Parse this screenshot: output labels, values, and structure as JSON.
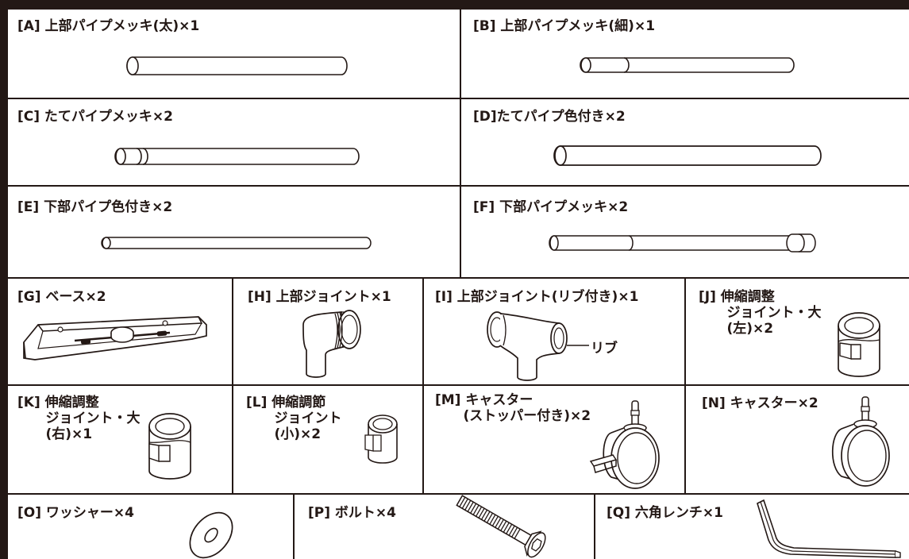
{
  "parts": {
    "A": {
      "label": "[A] 上部パイプメッキ(太)×1"
    },
    "B": {
      "label": "[B] 上部パイプメッキ(細)×1"
    },
    "C": {
      "label": "[C] たてパイプメッキ×2"
    },
    "D": {
      "label": "[D]たてパイプ色付き×2"
    },
    "E": {
      "label": "[E] 下部パイプ色付き×2"
    },
    "F": {
      "label": "[F] 下部パイプメッキ×2"
    },
    "G": {
      "label": "[G] ベース×2"
    },
    "H": {
      "label": "[H] 上部ジョイント×1"
    },
    "I": {
      "label": "[I] 上部ジョイント(リブ付き)×1",
      "callout": "リブ"
    },
    "J": {
      "label": "[J] 伸縮調整\n      ジョイント・大\n      (左)×2"
    },
    "K": {
      "label": "[K] 伸縮調整\n      ジョイント・大\n      (右)×1"
    },
    "L": {
      "label": "[L] 伸縮調節\n      ジョイント\n      (小)×2"
    },
    "M": {
      "label": "[M] キャスター\n      (ストッパー付き)×2"
    },
    "N": {
      "label": "[N] キャスター×2"
    },
    "O": {
      "label": "[O] ワッシャー×4"
    },
    "P": {
      "label": "[P] ボルト×4"
    },
    "Q": {
      "label": "[Q] 六角レンチ×1"
    }
  },
  "colors": {
    "ink": "#231815",
    "background": "#ffffff"
  }
}
